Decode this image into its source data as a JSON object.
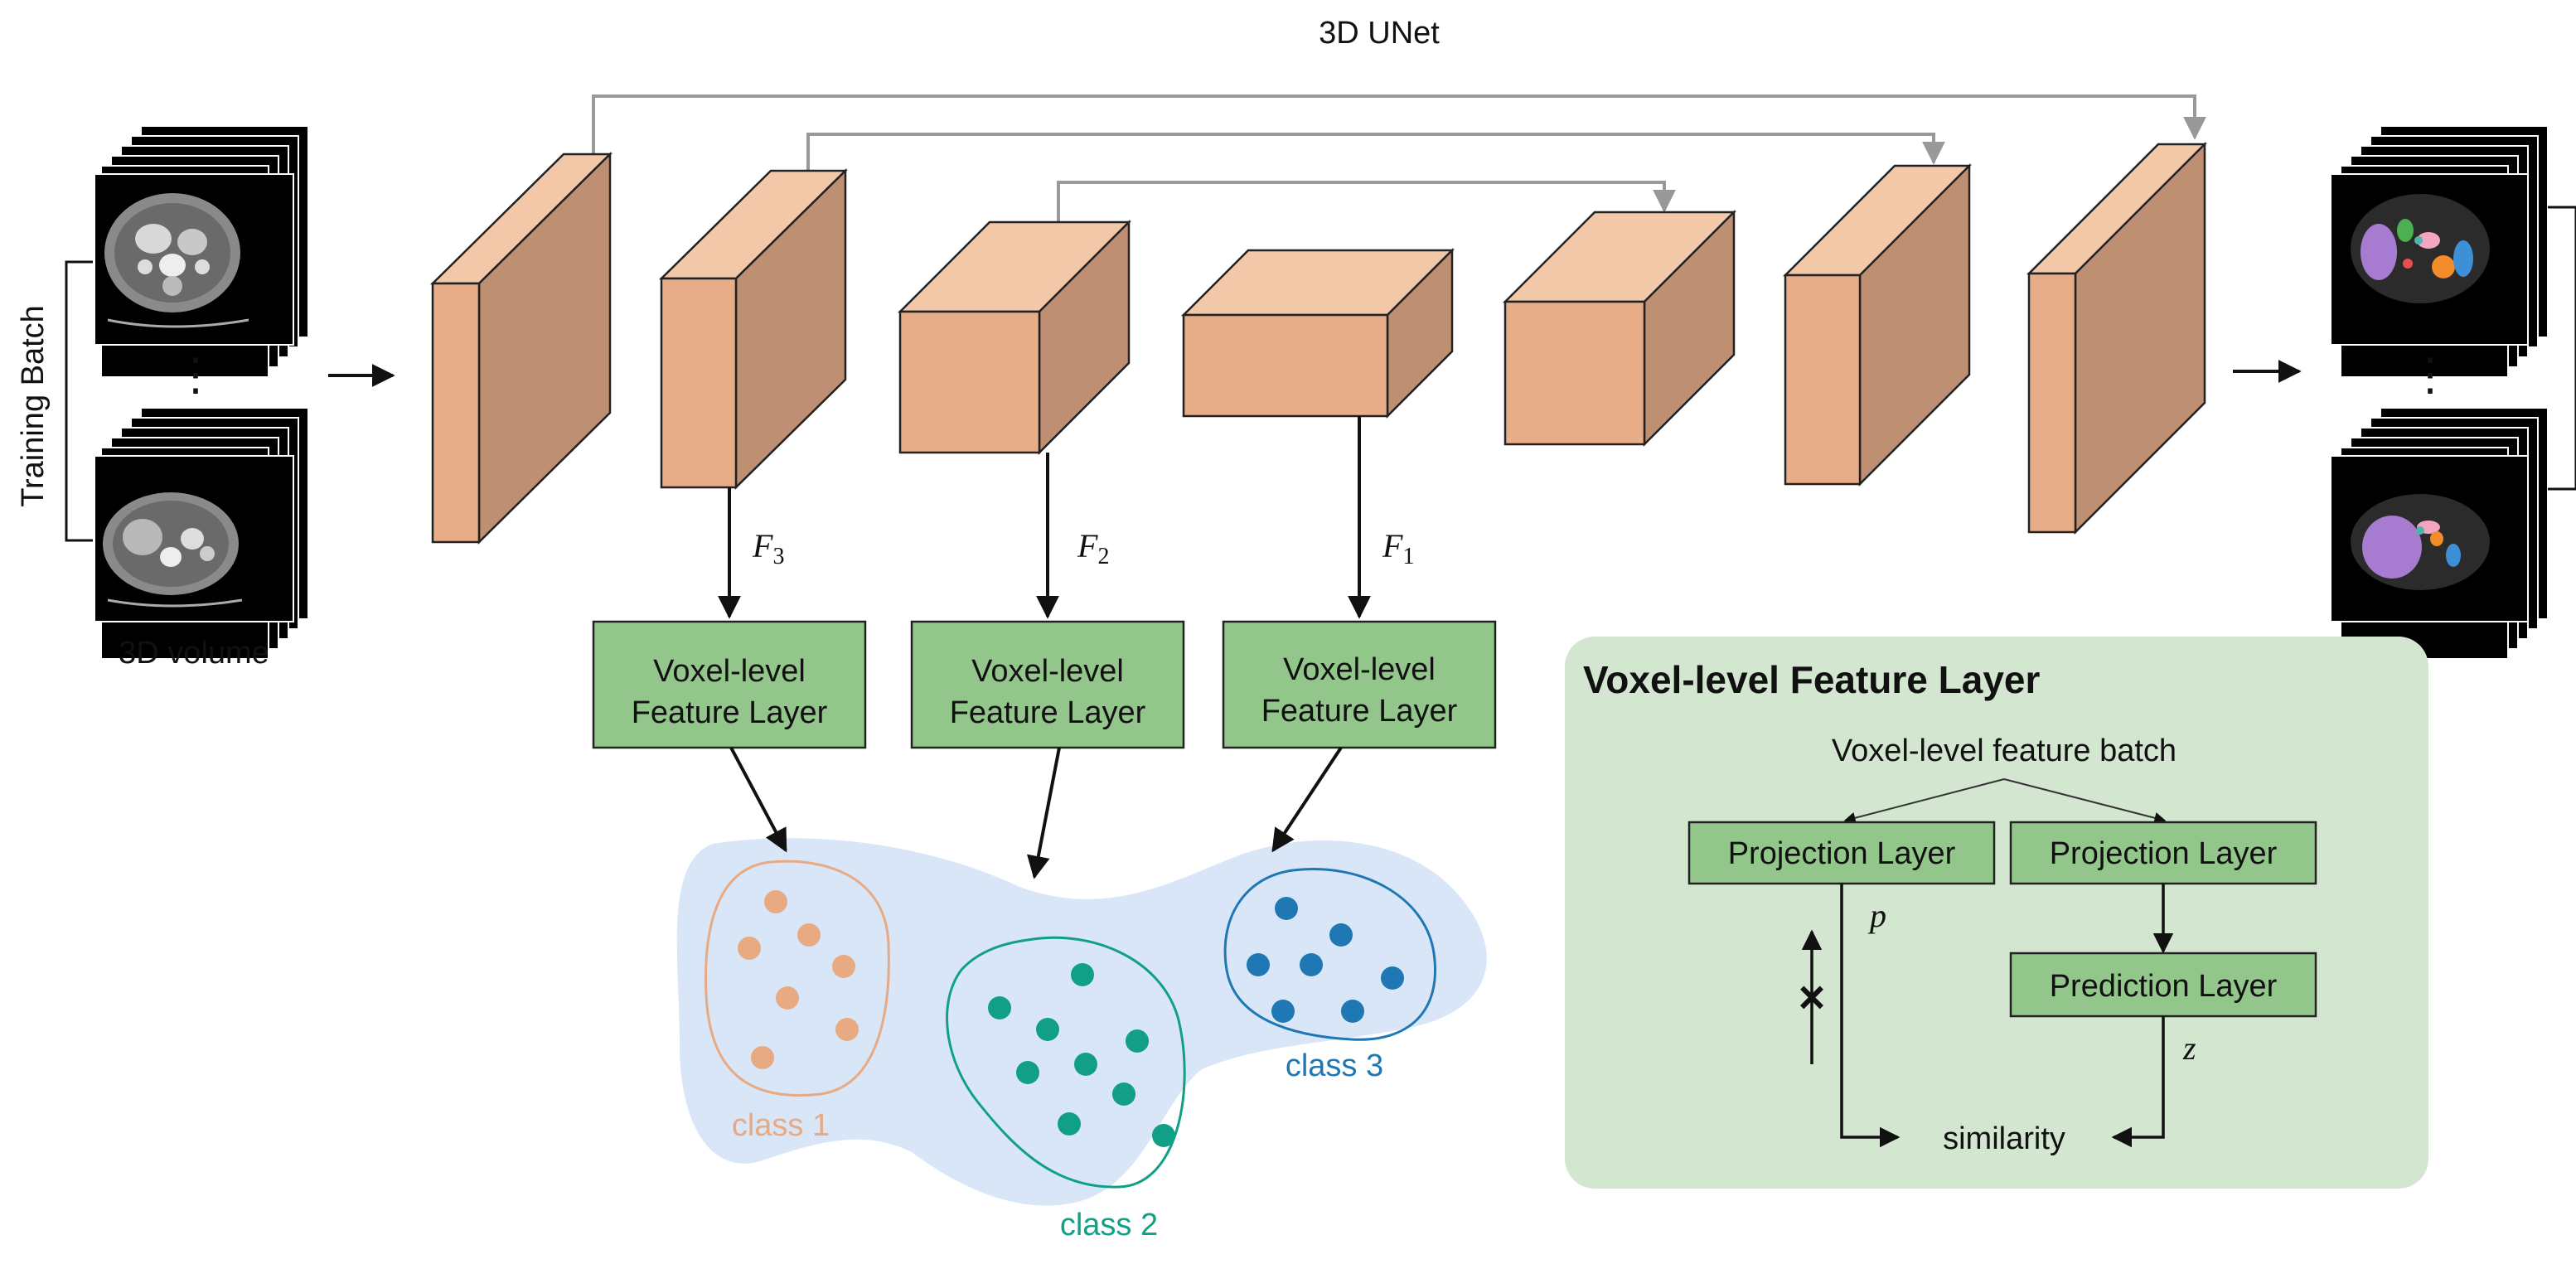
{
  "title": "3D UNet",
  "input": {
    "batch_label": "Training Batch",
    "volume_label": "3D volume",
    "ellipsis": "⋮"
  },
  "output": {
    "ellipsis": "⋮"
  },
  "features": [
    {
      "name": "F",
      "sub": "3"
    },
    {
      "name": "F",
      "sub": "2"
    },
    {
      "name": "F",
      "sub": "1"
    }
  ],
  "feature_layer_box": {
    "line1": "Voxel-level",
    "line2": "Feature Layer"
  },
  "classes": [
    "class 1",
    "class 2",
    "class 3"
  ],
  "panel": {
    "title": "Voxel-level Feature Layer",
    "batch_label": "Voxel-level feature batch",
    "projection_left": "Projection Layer",
    "projection_right": "Projection Layer",
    "prediction": "Prediction Layer",
    "p_label": "p",
    "z_label": "z",
    "similarity": "similarity",
    "stop_grad": "×"
  },
  "colors": {
    "block_front": "#e6ad88",
    "block_top": "#f3c8a8",
    "block_side": "#be8f72",
    "feature_box": "#93c68b",
    "panel_bg": "#d3e7d0",
    "embedding_bg": "#d8e6f8",
    "class1": "#e8aa82",
    "class2": "#11a086",
    "class3": "#1f77b4"
  }
}
